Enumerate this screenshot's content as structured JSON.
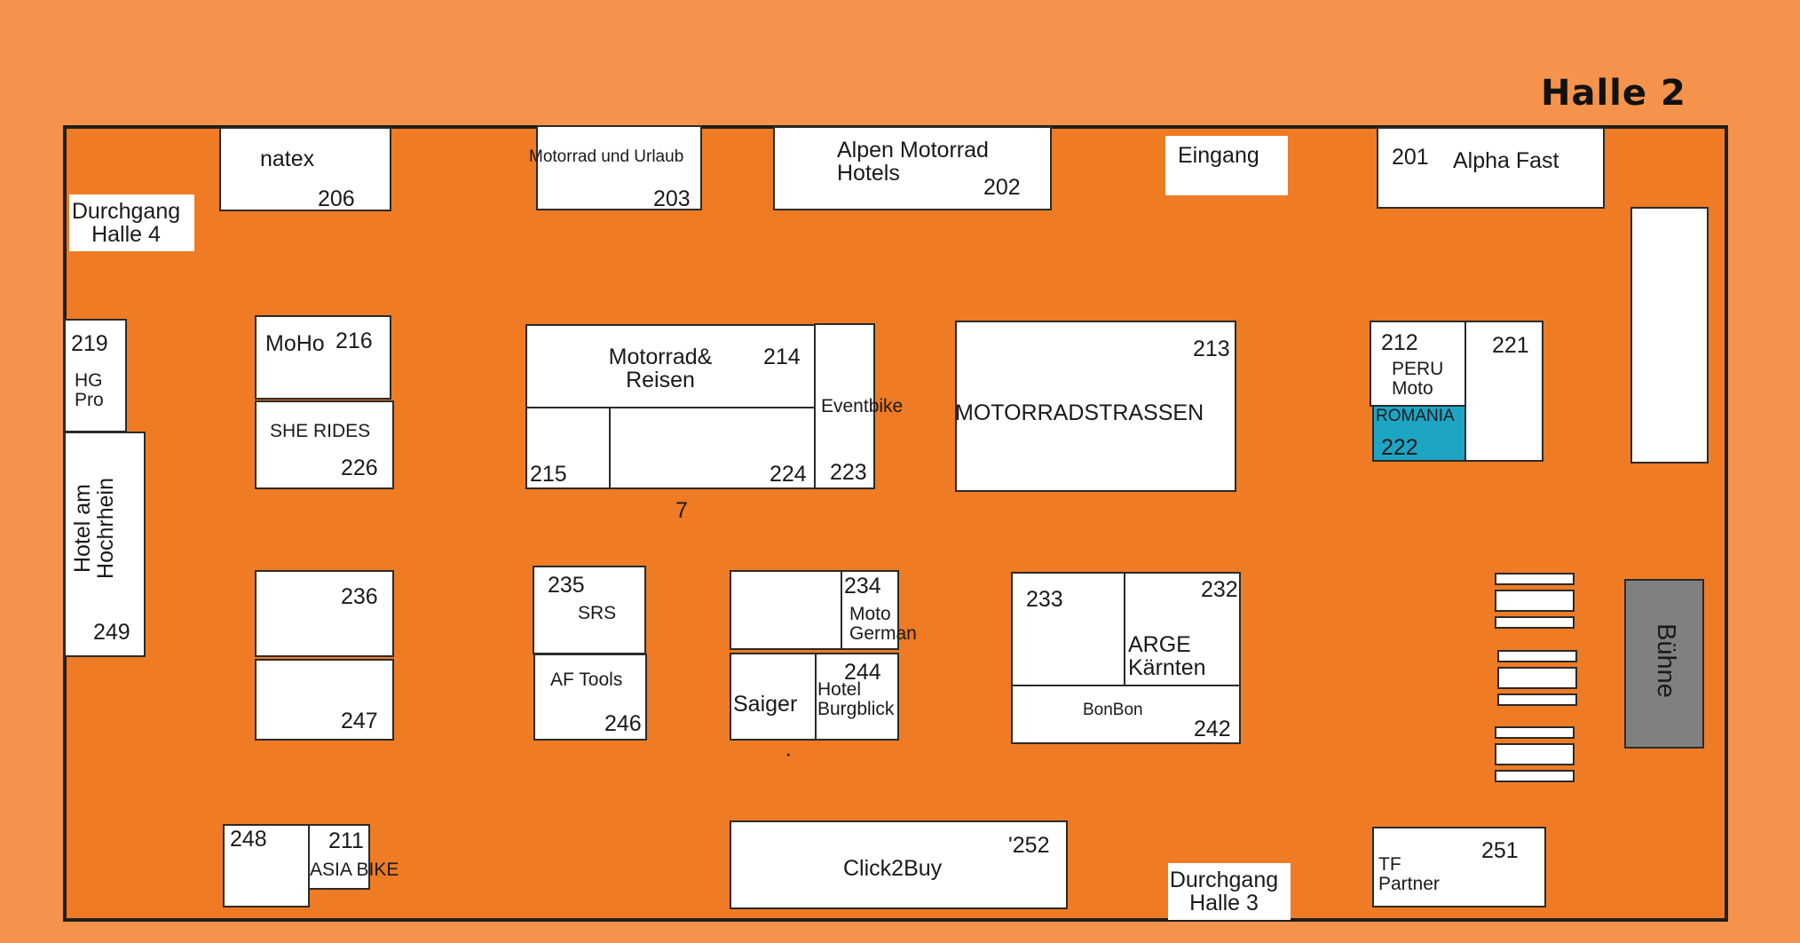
{
  "hall_title": "Halle 2",
  "labels": {
    "durchgang_4": "Durchgang\nHalle 4",
    "durchgang_3": "Durchgang\nHalle 3",
    "eingang": "Eingang",
    "buehne": "Bühne",
    "aisle_7": "7",
    "dot": "·"
  },
  "booths": {
    "b206": {
      "name": "natex",
      "number": "206"
    },
    "b203": {
      "name": "Motorrad und Urlaub",
      "number": "203"
    },
    "b202": {
      "name": "Alpen Motorrad\nHotels",
      "number": "202"
    },
    "b201": {
      "name": "Alpha Fast",
      "number": "201"
    },
    "b219": {
      "name": "HG\nPro",
      "number": "219"
    },
    "b249": {
      "name": "Hotel am\nHochrhein",
      "number": "249"
    },
    "b216": {
      "name": "MoHo",
      "number": "216"
    },
    "b226": {
      "name": "SHE RIDES",
      "number": "226"
    },
    "b214": {
      "name": "Motorrad&\nReisen",
      "number": "214"
    },
    "b215": {
      "number": "215"
    },
    "b224": {
      "number": "224"
    },
    "b223": {
      "name": "Eventbike",
      "number": "223"
    },
    "b213": {
      "name": "MOTORRADSTRASSEN",
      "number": "213"
    },
    "b212": {
      "name": "PERU\nMoto",
      "number": "212"
    },
    "b222": {
      "name": "ROMANIA",
      "number": "222"
    },
    "b221": {
      "number": "221"
    },
    "b236": {
      "number": "236"
    },
    "b247": {
      "number": "247"
    },
    "b235": {
      "name": "SRS",
      "number": "235"
    },
    "b246": {
      "name": "AF Tools",
      "number": "246"
    },
    "b234": {
      "name": "Moto\nGerman",
      "number": "234"
    },
    "b244": {
      "name": "Hotel\nBurgblick",
      "number": "244"
    },
    "saiger": {
      "name": "Saiger"
    },
    "b233": {
      "number": "233"
    },
    "b232": {
      "name": "ARGE\nKärnten",
      "number": "232"
    },
    "b242": {
      "name": "BonBon",
      "number": "242"
    },
    "b248": {
      "number": "248"
    },
    "b211": {
      "name": "ASIA BIKE",
      "number": "211"
    },
    "b252": {
      "name": "Click2Buy",
      "number": "'252"
    },
    "b251": {
      "name": "TF\nPartner",
      "number": "251"
    }
  },
  "colors": {
    "background": "#F5924C",
    "hall_floor": "#EF7B24",
    "booth": "#FFFFFF",
    "highlight_booth": "#1FA5C4",
    "stage": "#808080"
  }
}
